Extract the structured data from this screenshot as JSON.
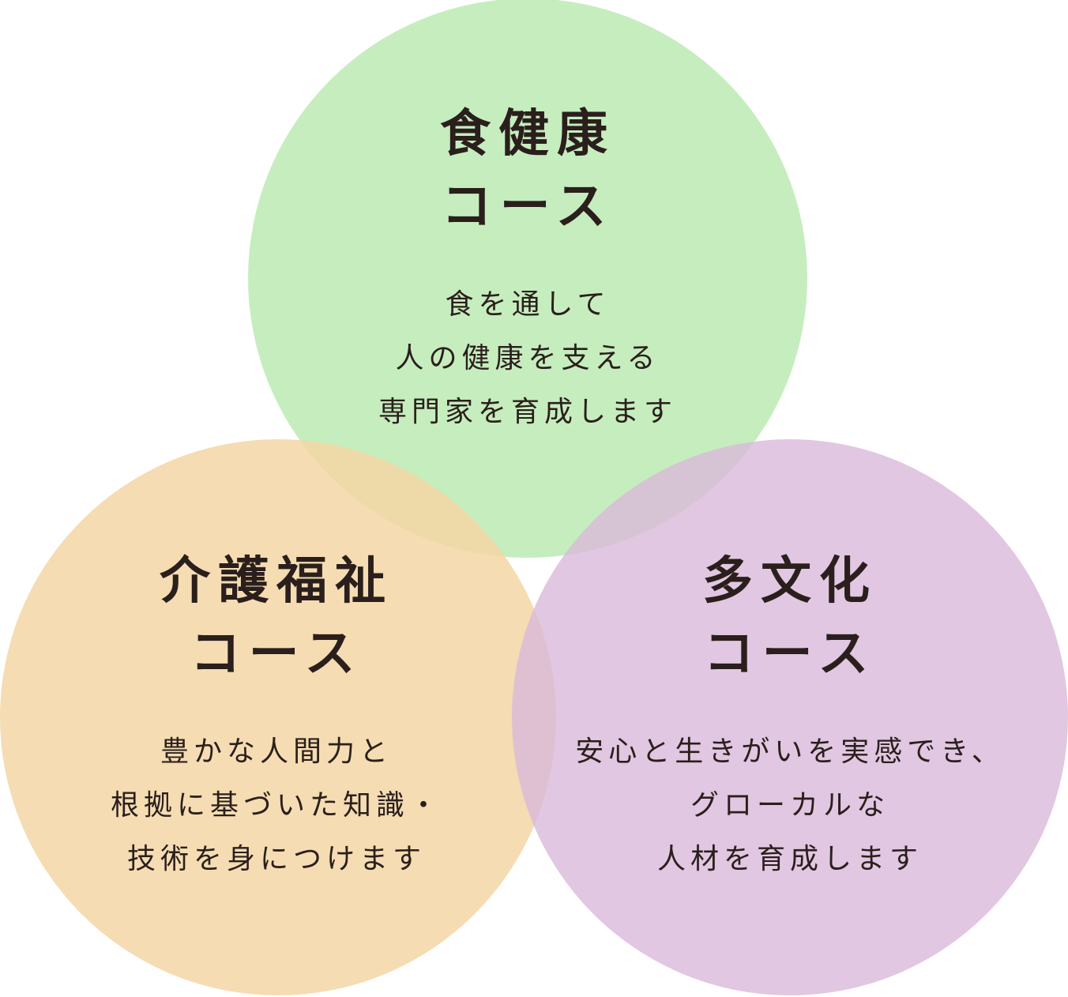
{
  "colors": {
    "food_circle": "#b6e8ac",
    "care_circle": "#f3d6a4",
    "multi_circle": "#d9b9da",
    "text": "#2a1f1c"
  },
  "courses": {
    "food": {
      "title_line1": "食健康",
      "title_line2": "コース",
      "desc": [
        "食を通して",
        "人の健康を支える",
        "専門家を育成します"
      ]
    },
    "care": {
      "title_line1": "介護福祉",
      "title_line2": "コース",
      "desc": [
        "豊かな人間力と",
        "根拠に基づいた知識・",
        "技術を身につけます"
      ]
    },
    "multi": {
      "title_line1": "多文化",
      "title_line2": "コース",
      "desc": [
        "安心と生きがいを実感でき、",
        "グローカルな",
        "人材を育成します"
      ]
    }
  }
}
